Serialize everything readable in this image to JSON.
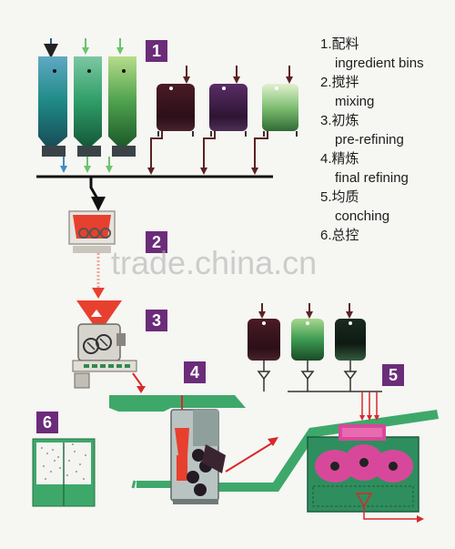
{
  "steps": [
    {
      "number": "1",
      "chinese": "1.配料",
      "english": "ingredient bins"
    },
    {
      "number": "2",
      "chinese": "2.搅拌",
      "english": "mixing"
    },
    {
      "number": "3",
      "chinese": "3.初炼",
      "english": "pre-refining"
    },
    {
      "number": "4",
      "chinese": "4.精炼",
      "english": "final refining"
    },
    {
      "number": "5",
      "chinese": "5.均质",
      "english": "conching"
    },
    {
      "number": "6",
      "chinese": "6.总控",
      "english": ""
    }
  ],
  "watermark": "trade.china.cn",
  "colors": {
    "badge": "#6b2c7a",
    "belt": "#3ea86a",
    "red_product": "#e8402e",
    "arrow_red": "#d8282a",
    "conche_pink": "#d8489a",
    "bin_teal": "#1f8a86",
    "bin_green": "#3a9e52"
  }
}
